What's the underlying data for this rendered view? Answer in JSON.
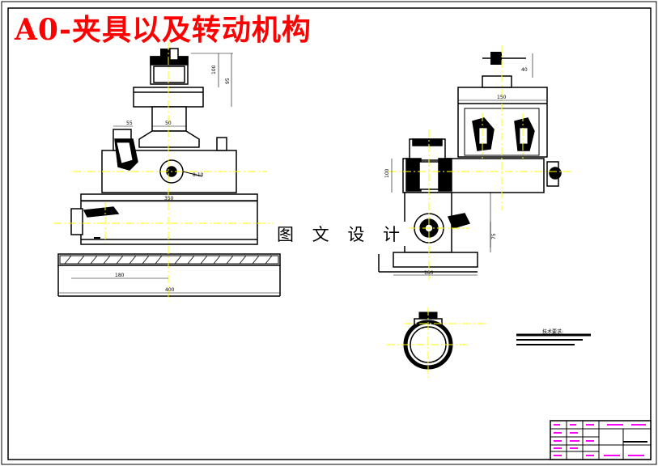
{
  "title": "A0-夹具以及转动机构",
  "watermark": "图 文 设 计",
  "dimensions": {
    "front_width": "350",
    "front_bottom_1": "180",
    "front_bottom_2": "400",
    "front_top_1": "55",
    "front_top_2": "50",
    "front_height_1": "100",
    "front_height_2": "95",
    "front_angle": "8:10",
    "side_top_width": "150",
    "side_top_height": "40",
    "side_base": "180",
    "side_h1": "100",
    "side_h2": "75"
  },
  "tech_note": "技术要求:",
  "colors": {
    "title": "#ff0000",
    "centerline": "#ffff00",
    "outline": "#000000",
    "titleblock_accent": "#ff00ff"
  }
}
